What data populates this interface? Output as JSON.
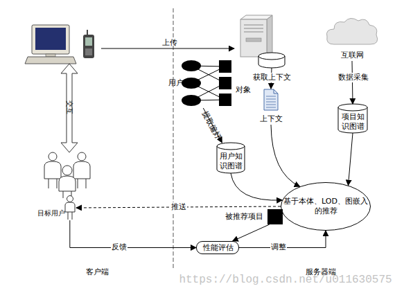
{
  "diagram": {
    "nodes": [
      {
        "text": [
          "获取上下文"
        ]
      },
      {
        "text": [
          "互联网"
        ]
      },
      {
        "text": [
          "用户",
          "对象"
        ]
      },
      {
        "text": [
          "项目知识图谱"
        ]
      },
      {
        "text": [
          "上下文"
        ]
      },
      {
        "text": [
          "用户知识图谱"
        ]
      },
      {
        "text": [
          "基于本体、LOD、图嵌入的推荐"
        ]
      },
      {
        "text": [
          "目标用户"
        ]
      },
      {
        "text": [
          "被推荐项目"
        ]
      },
      {
        "text": [
          "性能评估"
        ]
      }
    ],
    "edges": [
      {
        "from": 0,
        "to": 4,
        "arrow": "to"
      },
      {
        "from": 1,
        "to": 3,
        "label": "数据采集",
        "arrow": "to"
      },
      {
        "from": 2,
        "to": 5,
        "label": "提取偏好",
        "arrow": "to"
      },
      {
        "from": 4,
        "to": 6,
        "arrow": "to"
      },
      {
        "from": 5,
        "to": 6,
        "arrow": "to"
      },
      {
        "from": 3,
        "to": 6,
        "arrow": "to"
      },
      {
        "from": 6,
        "to": 7,
        "label": "推送",
        "arrow": "to"
      },
      {
        "from": 7,
        "to": 9,
        "label": "反馈",
        "arrow": "to"
      },
      {
        "from": 9,
        "to": 6,
        "label": "调整",
        "arrow": "to"
      },
      {
        "from": 8,
        "to": 9,
        "arrow": "to"
      }
    ],
    "labels": [
      "上传",
      "交互",
      "客户端",
      "服务器端",
      "https://blog.csdn.net/u011630575"
    ]
  }
}
